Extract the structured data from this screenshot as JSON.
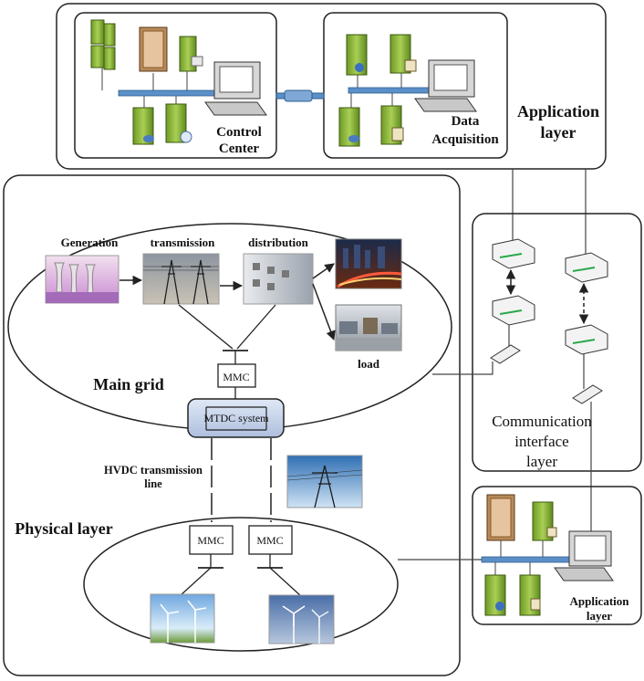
{
  "application_layer": {
    "control_center": [
      "Control",
      "Center"
    ],
    "data_acquisition": [
      "Data",
      "Acquisition"
    ],
    "title": [
      "Application",
      "layer"
    ]
  },
  "main_grid": {
    "generation": "Generation",
    "transmission": "transmission",
    "distribution": "distribution",
    "load": "load",
    "mmc": "MMC",
    "mtdc": "MTDC system",
    "title": "Main grid"
  },
  "hvdc": [
    "HVDC transmission",
    "line"
  ],
  "physical_layer": {
    "title": "Physical layer",
    "mmc_left": "MMC",
    "mmc_right": "MMC"
  },
  "communication_layer": {
    "title": [
      "Communication",
      "interface",
      "layer"
    ]
  },
  "bottom_application": {
    "title": [
      "Application",
      "layer"
    ]
  },
  "colors": {
    "server_green": "#8fb63c",
    "bus_blue": "#5b8fc7",
    "mtdc_fill": "#c5d3ea"
  }
}
